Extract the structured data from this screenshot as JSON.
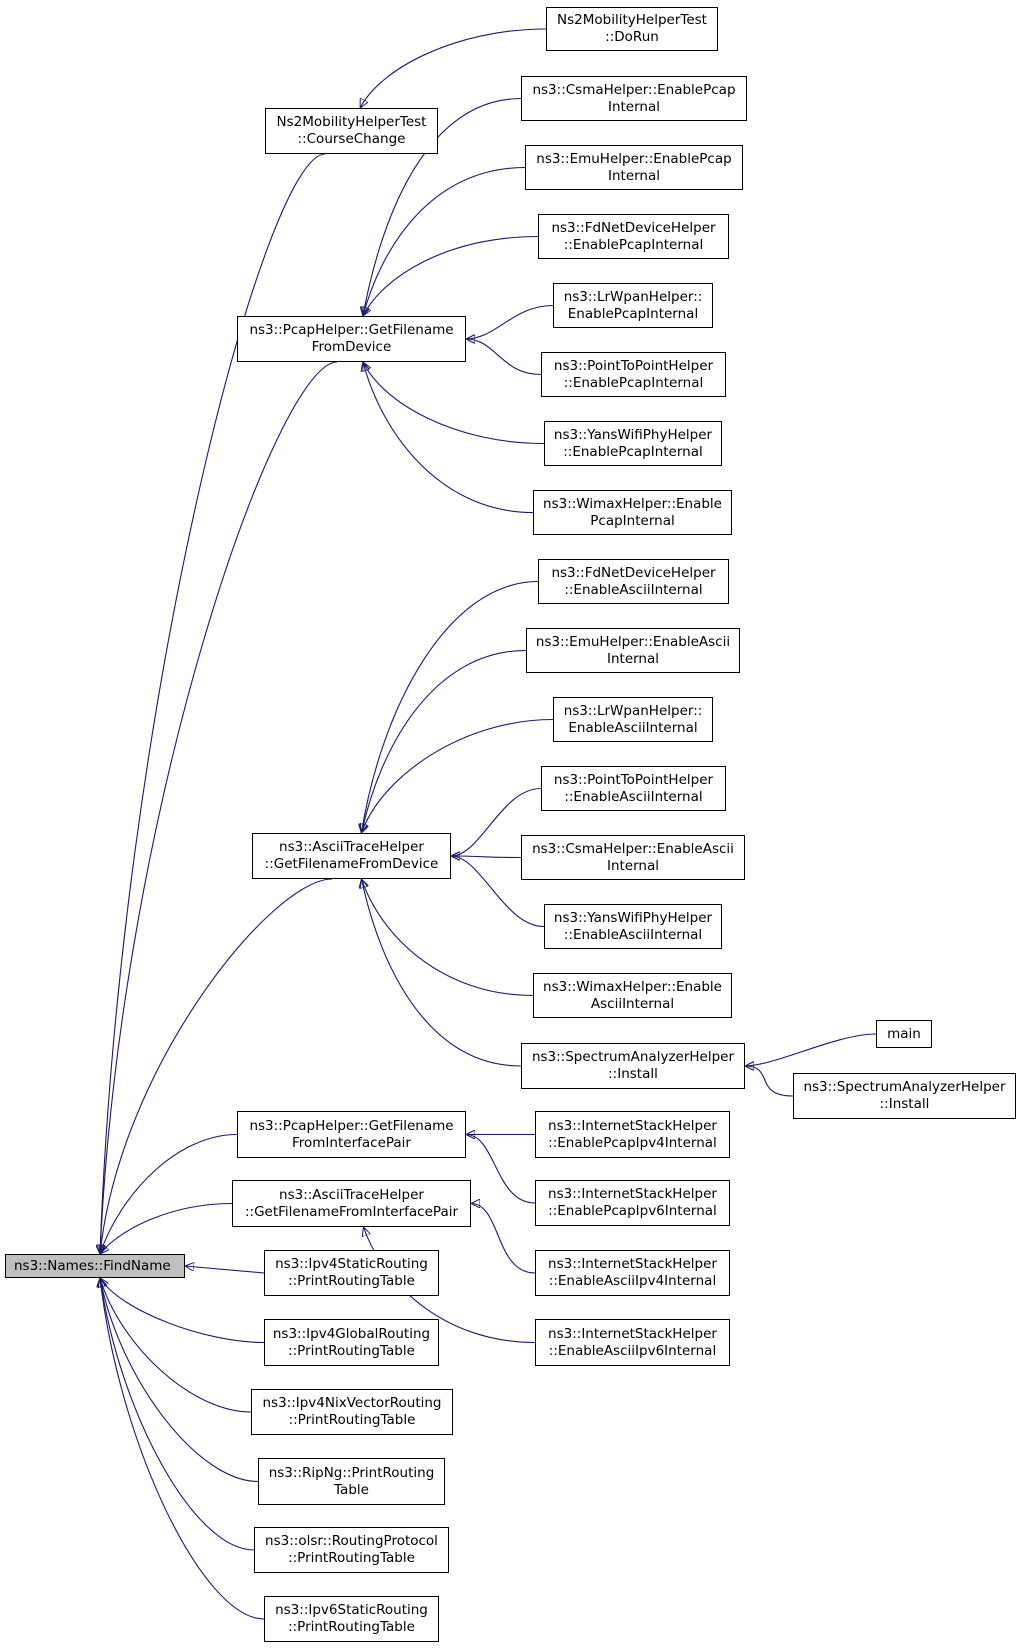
{
  "graph": {
    "root": {
      "id": "root",
      "label": "ns3::Names::FindName"
    },
    "nodes": [
      {
        "id": "n_ns2test_dorun",
        "lines": [
          "Ns2MobilityHelperTest",
          "::DoRun"
        ]
      },
      {
        "id": "n_ns2test_course",
        "lines": [
          "Ns2MobilityHelperTest",
          "::CourseChange"
        ]
      },
      {
        "id": "n_csma_pcap",
        "lines": [
          "ns3::CsmaHelper::EnablePcap",
          "Internal"
        ]
      },
      {
        "id": "n_emu_pcap",
        "lines": [
          "ns3::EmuHelper::EnablePcap",
          "Internal"
        ]
      },
      {
        "id": "n_fd_pcap",
        "lines": [
          "ns3::FdNetDeviceHelper",
          "::EnablePcapInternal"
        ]
      },
      {
        "id": "n_lrwpan_pcap",
        "lines": [
          "ns3::LrWpanHelper::",
          "EnablePcapInternal"
        ]
      },
      {
        "id": "n_p2p_pcap",
        "lines": [
          "ns3::PointToPointHelper",
          "::EnablePcapInternal"
        ]
      },
      {
        "id": "n_yans_pcap",
        "lines": [
          "ns3::YansWifiPhyHelper",
          "::EnablePcapInternal"
        ]
      },
      {
        "id": "n_wimax_pcap",
        "lines": [
          "ns3::WimaxHelper::Enable",
          "PcapInternal"
        ]
      },
      {
        "id": "n_pcap_getfn_dev",
        "lines": [
          "ns3::PcapHelper::GetFilename",
          "FromDevice"
        ]
      },
      {
        "id": "n_fd_ascii",
        "lines": [
          "ns3::FdNetDeviceHelper",
          "::EnableAsciiInternal"
        ]
      },
      {
        "id": "n_emu_ascii",
        "lines": [
          "ns3::EmuHelper::EnableAscii",
          "Internal"
        ]
      },
      {
        "id": "n_lrwpan_ascii",
        "lines": [
          "ns3::LrWpanHelper::",
          "EnableAsciiInternal"
        ]
      },
      {
        "id": "n_p2p_ascii",
        "lines": [
          "ns3::PointToPointHelper",
          "::EnableAsciiInternal"
        ]
      },
      {
        "id": "n_csma_ascii",
        "lines": [
          "ns3::CsmaHelper::EnableAscii",
          "Internal"
        ]
      },
      {
        "id": "n_yans_ascii",
        "lines": [
          "ns3::YansWifiPhyHelper",
          "::EnableAsciiInternal"
        ]
      },
      {
        "id": "n_wimax_ascii",
        "lines": [
          "ns3::WimaxHelper::Enable",
          "AsciiInternal"
        ]
      },
      {
        "id": "n_spectrum_install1",
        "lines": [
          "ns3::SpectrumAnalyzerHelper",
          "::Install"
        ]
      },
      {
        "id": "n_main",
        "lines": [
          "main"
        ]
      },
      {
        "id": "n_spectrum_install2",
        "lines": [
          "ns3::SpectrumAnalyzerHelper",
          "::Install"
        ]
      },
      {
        "id": "n_ascii_getfn_dev",
        "lines": [
          "ns3::AsciiTraceHelper",
          "::GetFilenameFromDevice"
        ]
      },
      {
        "id": "n_pcap_getfn_ifp",
        "lines": [
          "ns3::PcapHelper::GetFilename",
          "FromInterfacePair"
        ]
      },
      {
        "id": "n_ish_pcap4",
        "lines": [
          "ns3::InternetStackHelper",
          "::EnablePcapIpv4Internal"
        ]
      },
      {
        "id": "n_ish_pcap6",
        "lines": [
          "ns3::InternetStackHelper",
          "::EnablePcapIpv6Internal"
        ]
      },
      {
        "id": "n_ascii_getfn_ifp",
        "lines": [
          "ns3::AsciiTraceHelper",
          "::GetFilenameFromInterfacePair"
        ]
      },
      {
        "id": "n_ish_ascii4",
        "lines": [
          "ns3::InternetStackHelper",
          "::EnableAsciiIpv4Internal"
        ]
      },
      {
        "id": "n_ish_ascii6",
        "lines": [
          "ns3::InternetStackHelper",
          "::EnableAsciiIpv6Internal"
        ]
      },
      {
        "id": "n_ipv4static_prt",
        "lines": [
          "ns3::Ipv4StaticRouting",
          "::PrintRoutingTable"
        ]
      },
      {
        "id": "n_ipv4global_prt",
        "lines": [
          "ns3::Ipv4GlobalRouting",
          "::PrintRoutingTable"
        ]
      },
      {
        "id": "n_ipv4nix_prt",
        "lines": [
          "ns3::Ipv4NixVectorRouting",
          "::PrintRoutingTable"
        ]
      },
      {
        "id": "n_ripng_prt",
        "lines": [
          "ns3::RipNg::PrintRouting",
          "Table"
        ]
      },
      {
        "id": "n_olsr_prt",
        "lines": [
          "ns3::olsr::RoutingProtocol",
          "::PrintRoutingTable"
        ]
      },
      {
        "id": "n_ipv6static_prt",
        "lines": [
          "ns3::Ipv6StaticRouting",
          "::PrintRoutingTable"
        ]
      }
    ],
    "edges": [
      {
        "from": "n_ns2test_dorun",
        "to": "n_ns2test_course"
      },
      {
        "from": "n_ns2test_course",
        "to": "root"
      },
      {
        "from": "n_csma_pcap",
        "to": "n_pcap_getfn_dev"
      },
      {
        "from": "n_emu_pcap",
        "to": "n_pcap_getfn_dev"
      },
      {
        "from": "n_fd_pcap",
        "to": "n_pcap_getfn_dev"
      },
      {
        "from": "n_lrwpan_pcap",
        "to": "n_pcap_getfn_dev"
      },
      {
        "from": "n_p2p_pcap",
        "to": "n_pcap_getfn_dev"
      },
      {
        "from": "n_yans_pcap",
        "to": "n_pcap_getfn_dev"
      },
      {
        "from": "n_wimax_pcap",
        "to": "n_pcap_getfn_dev"
      },
      {
        "from": "n_pcap_getfn_dev",
        "to": "root"
      },
      {
        "from": "n_fd_ascii",
        "to": "n_ascii_getfn_dev"
      },
      {
        "from": "n_emu_ascii",
        "to": "n_ascii_getfn_dev"
      },
      {
        "from": "n_lrwpan_ascii",
        "to": "n_ascii_getfn_dev"
      },
      {
        "from": "n_p2p_ascii",
        "to": "n_ascii_getfn_dev"
      },
      {
        "from": "n_csma_ascii",
        "to": "n_ascii_getfn_dev"
      },
      {
        "from": "n_yans_ascii",
        "to": "n_ascii_getfn_dev"
      },
      {
        "from": "n_wimax_ascii",
        "to": "n_ascii_getfn_dev"
      },
      {
        "from": "n_spectrum_install1",
        "to": "n_ascii_getfn_dev"
      },
      {
        "from": "n_main",
        "to": "n_spectrum_install1"
      },
      {
        "from": "n_spectrum_install2",
        "to": "n_spectrum_install1"
      },
      {
        "from": "n_ascii_getfn_dev",
        "to": "root"
      },
      {
        "from": "n_ish_pcap4",
        "to": "n_pcap_getfn_ifp"
      },
      {
        "from": "n_ish_pcap6",
        "to": "n_pcap_getfn_ifp"
      },
      {
        "from": "n_pcap_getfn_ifp",
        "to": "root"
      },
      {
        "from": "n_ish_ascii4",
        "to": "n_ascii_getfn_ifp"
      },
      {
        "from": "n_ish_ascii6",
        "to": "n_ascii_getfn_ifp"
      },
      {
        "from": "n_ascii_getfn_ifp",
        "to": "root"
      },
      {
        "from": "n_ipv4static_prt",
        "to": "root"
      },
      {
        "from": "n_ipv4global_prt",
        "to": "root"
      },
      {
        "from": "n_ipv4nix_prt",
        "to": "root"
      },
      {
        "from": "n_ripng_prt",
        "to": "root"
      },
      {
        "from": "n_olsr_prt",
        "to": "root"
      },
      {
        "from": "n_ipv6static_prt",
        "to": "root"
      }
    ]
  }
}
